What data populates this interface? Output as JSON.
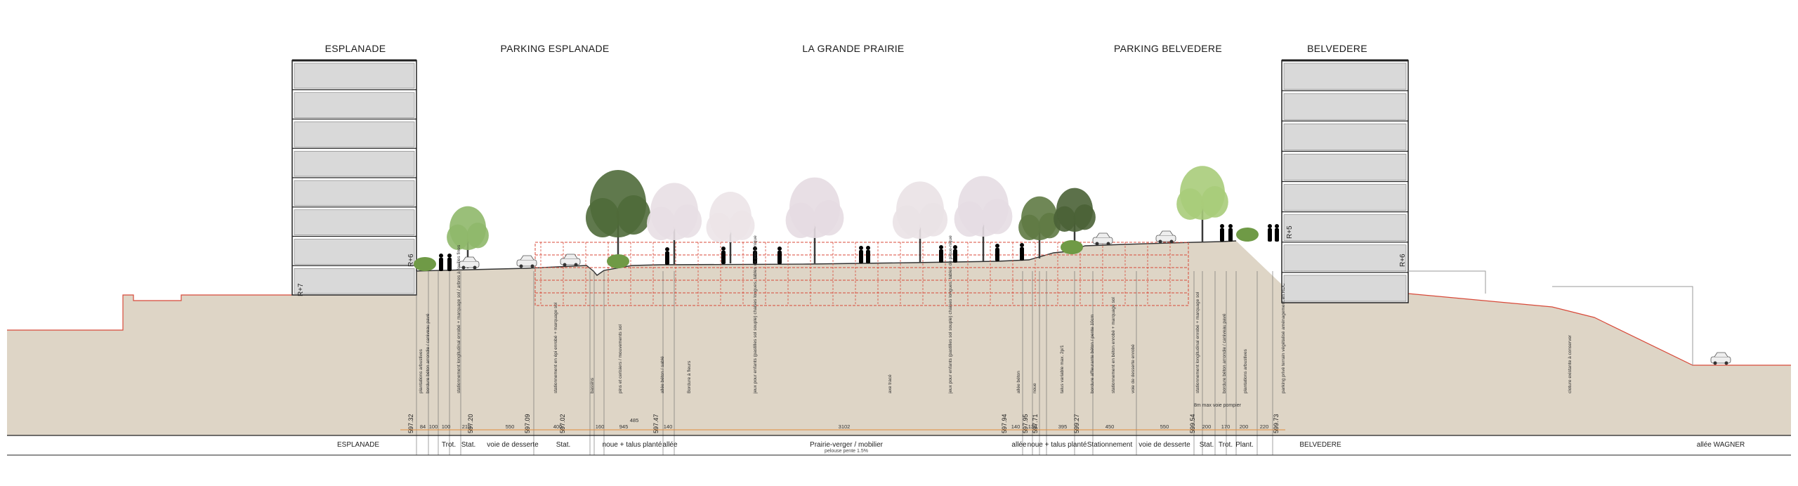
{
  "titles": {
    "esplanade": "ESPLANADE",
    "parking_esplanade": "PARKING ESPLANADE",
    "grande_prairie": "LA GRANDE PRAIRIE",
    "parking_belvedere": "PARKING BELVEDERE",
    "belvedere": "BELVEDERE"
  },
  "floors": {
    "left_r7": "R+7",
    "left_r6": "R+6",
    "right_r5": "R+5",
    "right_r6": "R+6"
  },
  "zones": [
    "ESPLANADE",
    "Trot.",
    "Stat.",
    "voie de desserte",
    "Stat.",
    "noue + talus planté",
    "allée",
    "Prairie-verger / mobilier",
    "allée",
    "noue + talus planté",
    "Stationnement",
    "voie de desserte",
    "Stat.",
    "Trot.",
    "Plant.",
    "BELVEDERE",
    "allée WAGNER"
  ],
  "zone_sub": "pelouse pente 1.5%",
  "elevations": [
    "597.32",
    "597.20",
    "597.09",
    "597.02",
    "597.47",
    "597.94",
    "597.95",
    "597.71",
    "599.27",
    "599.54",
    "599.73"
  ],
  "dims_bottom": [
    "84",
    "100",
    "100",
    "210",
    "550",
    "400",
    "160",
    "945",
    "140",
    "3102",
    "140",
    "130",
    "395",
    "450",
    "550",
    "200",
    "170",
    "200",
    "220"
  ],
  "dims_top": [
    "485"
  ],
  "header_note": "8m max voie pompier",
  "notes": [
    "plantations arbustives",
    "bordure béton arrondie / caniveau pavé",
    "stationnement longitudinal enrobé + marquage sol / arbres à feuilles fines",
    "stationnement en épi enrobé + marquage sol",
    "bassins",
    "pins et cerisiers / mouvements sol",
    "allée béton / sablé",
    "Bordure à fleurs",
    "jeux pour enfants (pastilles sol souple) chaises longues, tables de pique-nique",
    "axe tracé",
    "jeux pour enfants (pastilles sol souple) chaises longues, tables de pique-nique",
    "allée béton",
    "noue",
    "talus variable max. 2p/1",
    "bordure affleurante béton / pente 10cm",
    "stationnement en béton enrobé + marquage sol",
    "voie de desserte enrobé",
    "stationnement longitudinal enrobé + marquage sol",
    "bordure béton arrondie / caniveau pavé",
    "plantations arbustives",
    "parking privé terrain végétalisé aménagement en RDC",
    "cloture existante à conserver"
  ],
  "colors": {
    "ground": "#ded5c6",
    "building": "#d9d9d9",
    "structure_red": "#d84a3a",
    "tree_green": "#7aa84a",
    "tree_pink": "#e9dde3"
  }
}
